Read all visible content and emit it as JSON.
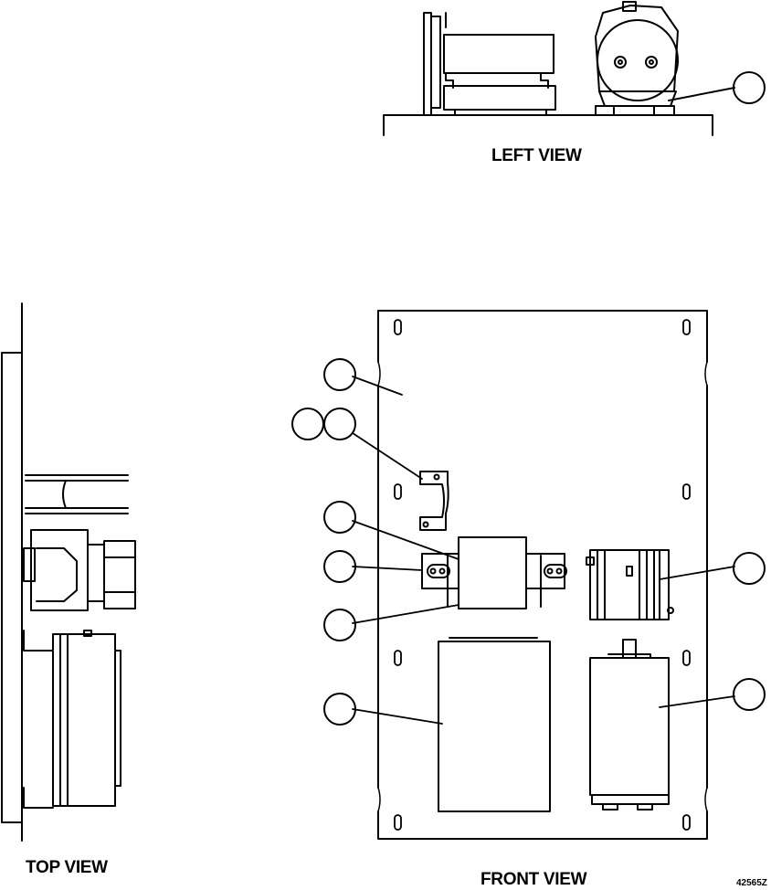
{
  "views": {
    "left": {
      "title": "LEFT VIEW"
    },
    "top": {
      "title": "TOP VIEW"
    },
    "front": {
      "title": "FRONT VIEW"
    }
  },
  "figure_code": "42565Z",
  "callouts": {
    "count": 10,
    "numbers_shown": false
  }
}
